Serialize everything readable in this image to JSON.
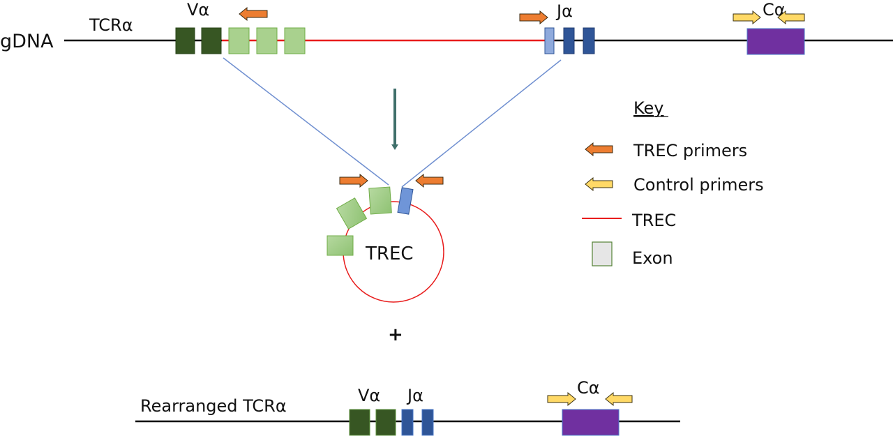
{
  "gdna": {
    "label": "gDNA",
    "gene_label": "TCRα",
    "v_label": "Vα",
    "j_label": "Jα",
    "c_label": "Cα"
  },
  "trec": {
    "label": "TREC"
  },
  "plus_sign": "+",
  "rearranged": {
    "label": "Rearranged TCRα",
    "v_label": "Vα",
    "j_label": "Jα",
    "c_label": "Cα"
  },
  "key": {
    "title": "Key",
    "items": [
      {
        "icon": "orange-arrow-icon",
        "label": "TREC primers"
      },
      {
        "icon": "yellow-arrow-icon",
        "label": "Control primers"
      },
      {
        "icon": "red-line-icon",
        "label": "TREC"
      },
      {
        "icon": "exon-box-icon",
        "label": "Exon"
      }
    ]
  },
  "colors": {
    "dark_green": "#375623",
    "light_green": "#a9d18e",
    "light_blue": "#8faadc",
    "dark_blue": "#2f5597",
    "purple": "#7030a0",
    "trec_red": "#e81c1c",
    "orange": "#ed7d31",
    "yellow": "#ffd966",
    "connector_blue": "#6f8fd0",
    "down_arrow": "#3f6f6a"
  }
}
